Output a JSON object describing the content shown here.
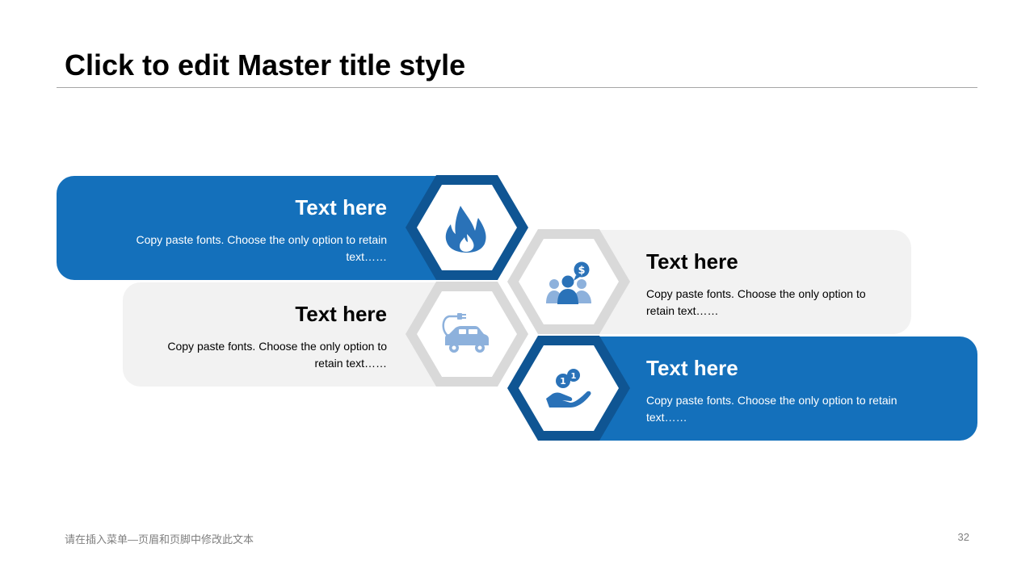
{
  "slide": {
    "title": "Click to edit Master title style",
    "footer_text": "请在插入菜单—页眉和页脚中修改此文本",
    "page_number": "32"
  },
  "items": [
    {
      "heading": "Text here",
      "body": "Copy paste fonts. Choose the only option to retain text……",
      "icon": "flame-icon"
    },
    {
      "heading": "Text here",
      "body": "Copy paste fonts. Choose the only option to retain text……",
      "icon": "people-money-icon"
    },
    {
      "heading": "Text here",
      "body": "Copy paste fonts. Choose the only option to retain text……",
      "icon": "electric-car-icon"
    },
    {
      "heading": "Text here",
      "body": "Copy paste fonts. Choose the only option to retain text……",
      "icon": "hand-coins-icon"
    }
  ],
  "colors": {
    "blue": "#1470bb",
    "dark_blue": "#0f5593",
    "light_gray": "#f2f2f2",
    "hex_gray": "#d9d9d9",
    "icon_blue": "#2a72b8",
    "icon_light_blue": "#8db1dc"
  }
}
